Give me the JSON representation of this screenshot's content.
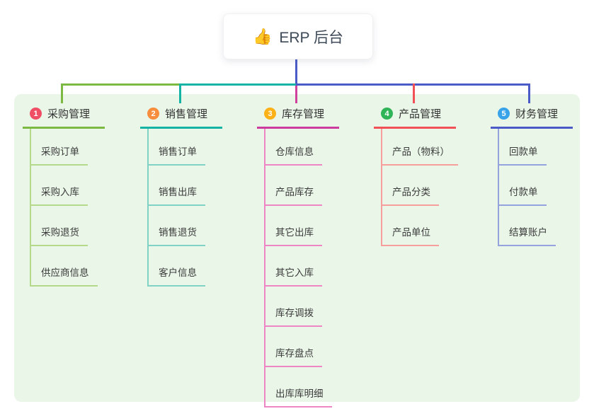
{
  "root": {
    "icon": "thumbs-up-icon",
    "icon_glyph": "👍",
    "title": "ERP 后台"
  },
  "panel_color": "#eaf6e8",
  "connector": {
    "root_line": "#4a5bc8",
    "segment_green": "#7cb942",
    "segment_teal": "#14b3a3",
    "segment_blue": "#4a5bc8",
    "drop_1": "#7cb942",
    "drop_2": "#14b3a3",
    "drop_3": "#d0409d",
    "drop_4": "#f15156",
    "drop_5": "#4a5bc8"
  },
  "branches": [
    {
      "number": "1",
      "label": "采购管理",
      "badge_color": "#ef4e65",
      "line_color": "#7cb942",
      "item_line_color": "#b5d98b",
      "items": [
        "采购订单",
        "采购入库",
        "采购退货",
        "供应商信息"
      ]
    },
    {
      "number": "2",
      "label": "销售管理",
      "badge_color": "#f78e3d",
      "line_color": "#14b3a3",
      "item_line_color": "#7fd2c4",
      "items": [
        "销售订单",
        "销售出库",
        "销售退货",
        "客户信息"
      ]
    },
    {
      "number": "3",
      "label": "库存管理",
      "badge_color": "#fbb117",
      "line_color": "#cc3c9e",
      "item_line_color": "#ee86c6",
      "items": [
        "仓库信息",
        "产品库存",
        "其它出库",
        "其它入库",
        "库存调拨",
        "库存盘点",
        "出库库明细"
      ]
    },
    {
      "number": "4",
      "label": "产品管理",
      "badge_color": "#2fb457",
      "line_color": "#f15156",
      "item_line_color": "#f59e9c",
      "items": [
        "产品（物料）",
        "产品分类",
        "产品单位"
      ]
    },
    {
      "number": "5",
      "label": "财务管理",
      "badge_color": "#38a3e8",
      "line_color": "#4a5bc8",
      "item_line_color": "#94a3dd",
      "items": [
        "回款单",
        "付款单",
        "结算账户"
      ]
    }
  ]
}
